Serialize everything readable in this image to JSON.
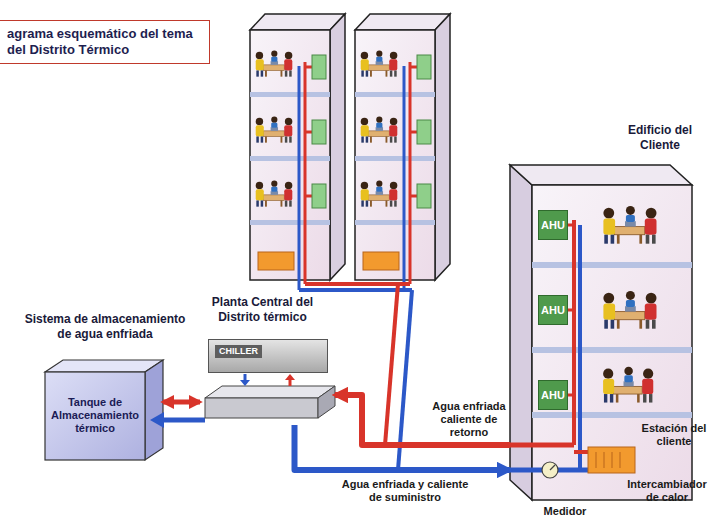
{
  "diagram": {
    "title": "agrama esquemático del tema del Distrito Térmico",
    "nodes": [
      {
        "text": [
          "Sistema de almacenamiento de agua enfriada",
          "Tanque de Almacenamiento térmico"
        ]
      },
      {
        "text": [
          "Planta Central del Distrito térmico"
        ]
      },
      {
        "text": [
          "CHILLER"
        ],
        "in": 1
      },
      {
        "text": [
          "Edificio del Cliente"
        ]
      },
      {
        "text": [
          "AHU"
        ],
        "in": 3
      },
      {
        "text": [
          "AHU"
        ],
        "in": 3
      },
      {
        "text": [
          "AHU"
        ],
        "in": 3
      }
    ],
    "edges": [
      {
        "from": 0,
        "to": 1,
        "arrow": "both"
      },
      {
        "from": 1,
        "to": 3,
        "label": "Agua enfriada y caliente de suministro",
        "arrow": "to"
      },
      {
        "from": 3,
        "to": 1,
        "label": "Agua enfriada caliente de retorno",
        "arrow": "to"
      }
    ],
    "labels": [
      "Estación del cliente",
      "Intercambiador de calor",
      "Medidor"
    ]
  }
}
